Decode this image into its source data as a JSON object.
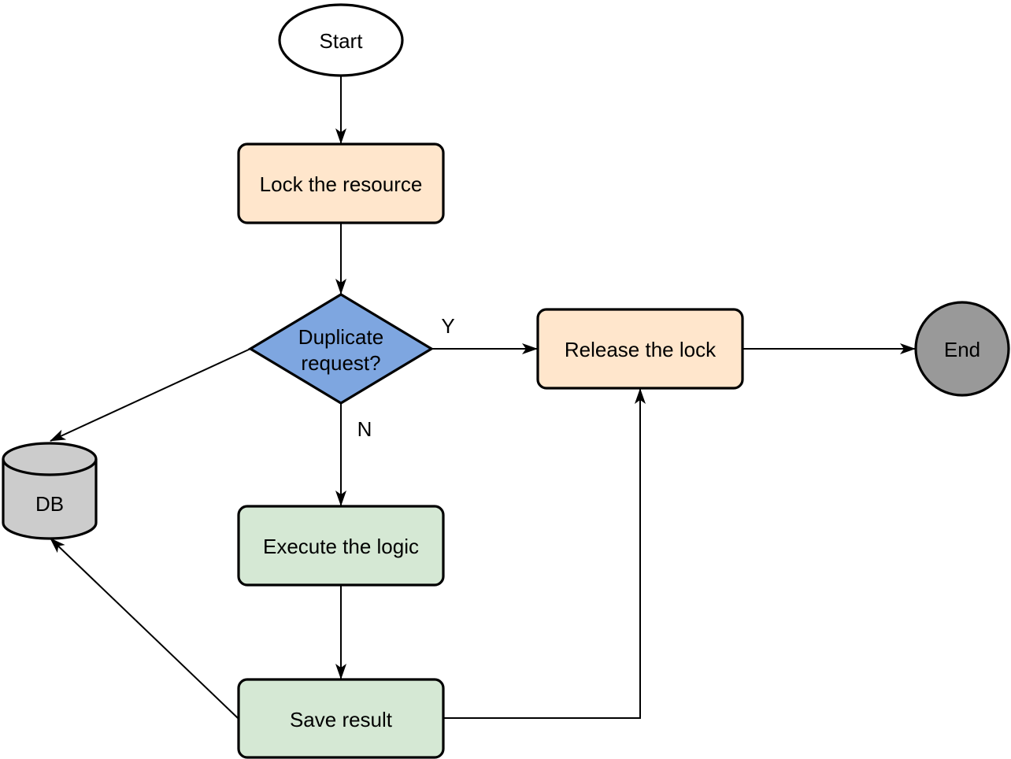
{
  "colors": {
    "start_fill": "#ffffff",
    "action_fill": "#ffe6cc",
    "decision_fill": "#7ea6e0",
    "logic_fill": "#d5e8d4",
    "db_fill": "#cccccc",
    "end_fill": "#999999",
    "line": "#000000"
  },
  "nodes": {
    "start": {
      "label": "Start"
    },
    "lock": {
      "label": "Lock the resource"
    },
    "decision": {
      "line1": "Duplicate",
      "line2": "request?"
    },
    "release": {
      "label": "Release the lock"
    },
    "end": {
      "label": "End"
    },
    "db": {
      "label": "DB"
    },
    "execute": {
      "label": "Execute the logic"
    },
    "save": {
      "label": "Save result"
    }
  },
  "edges": {
    "yes_label": "Y",
    "no_label": "N"
  }
}
